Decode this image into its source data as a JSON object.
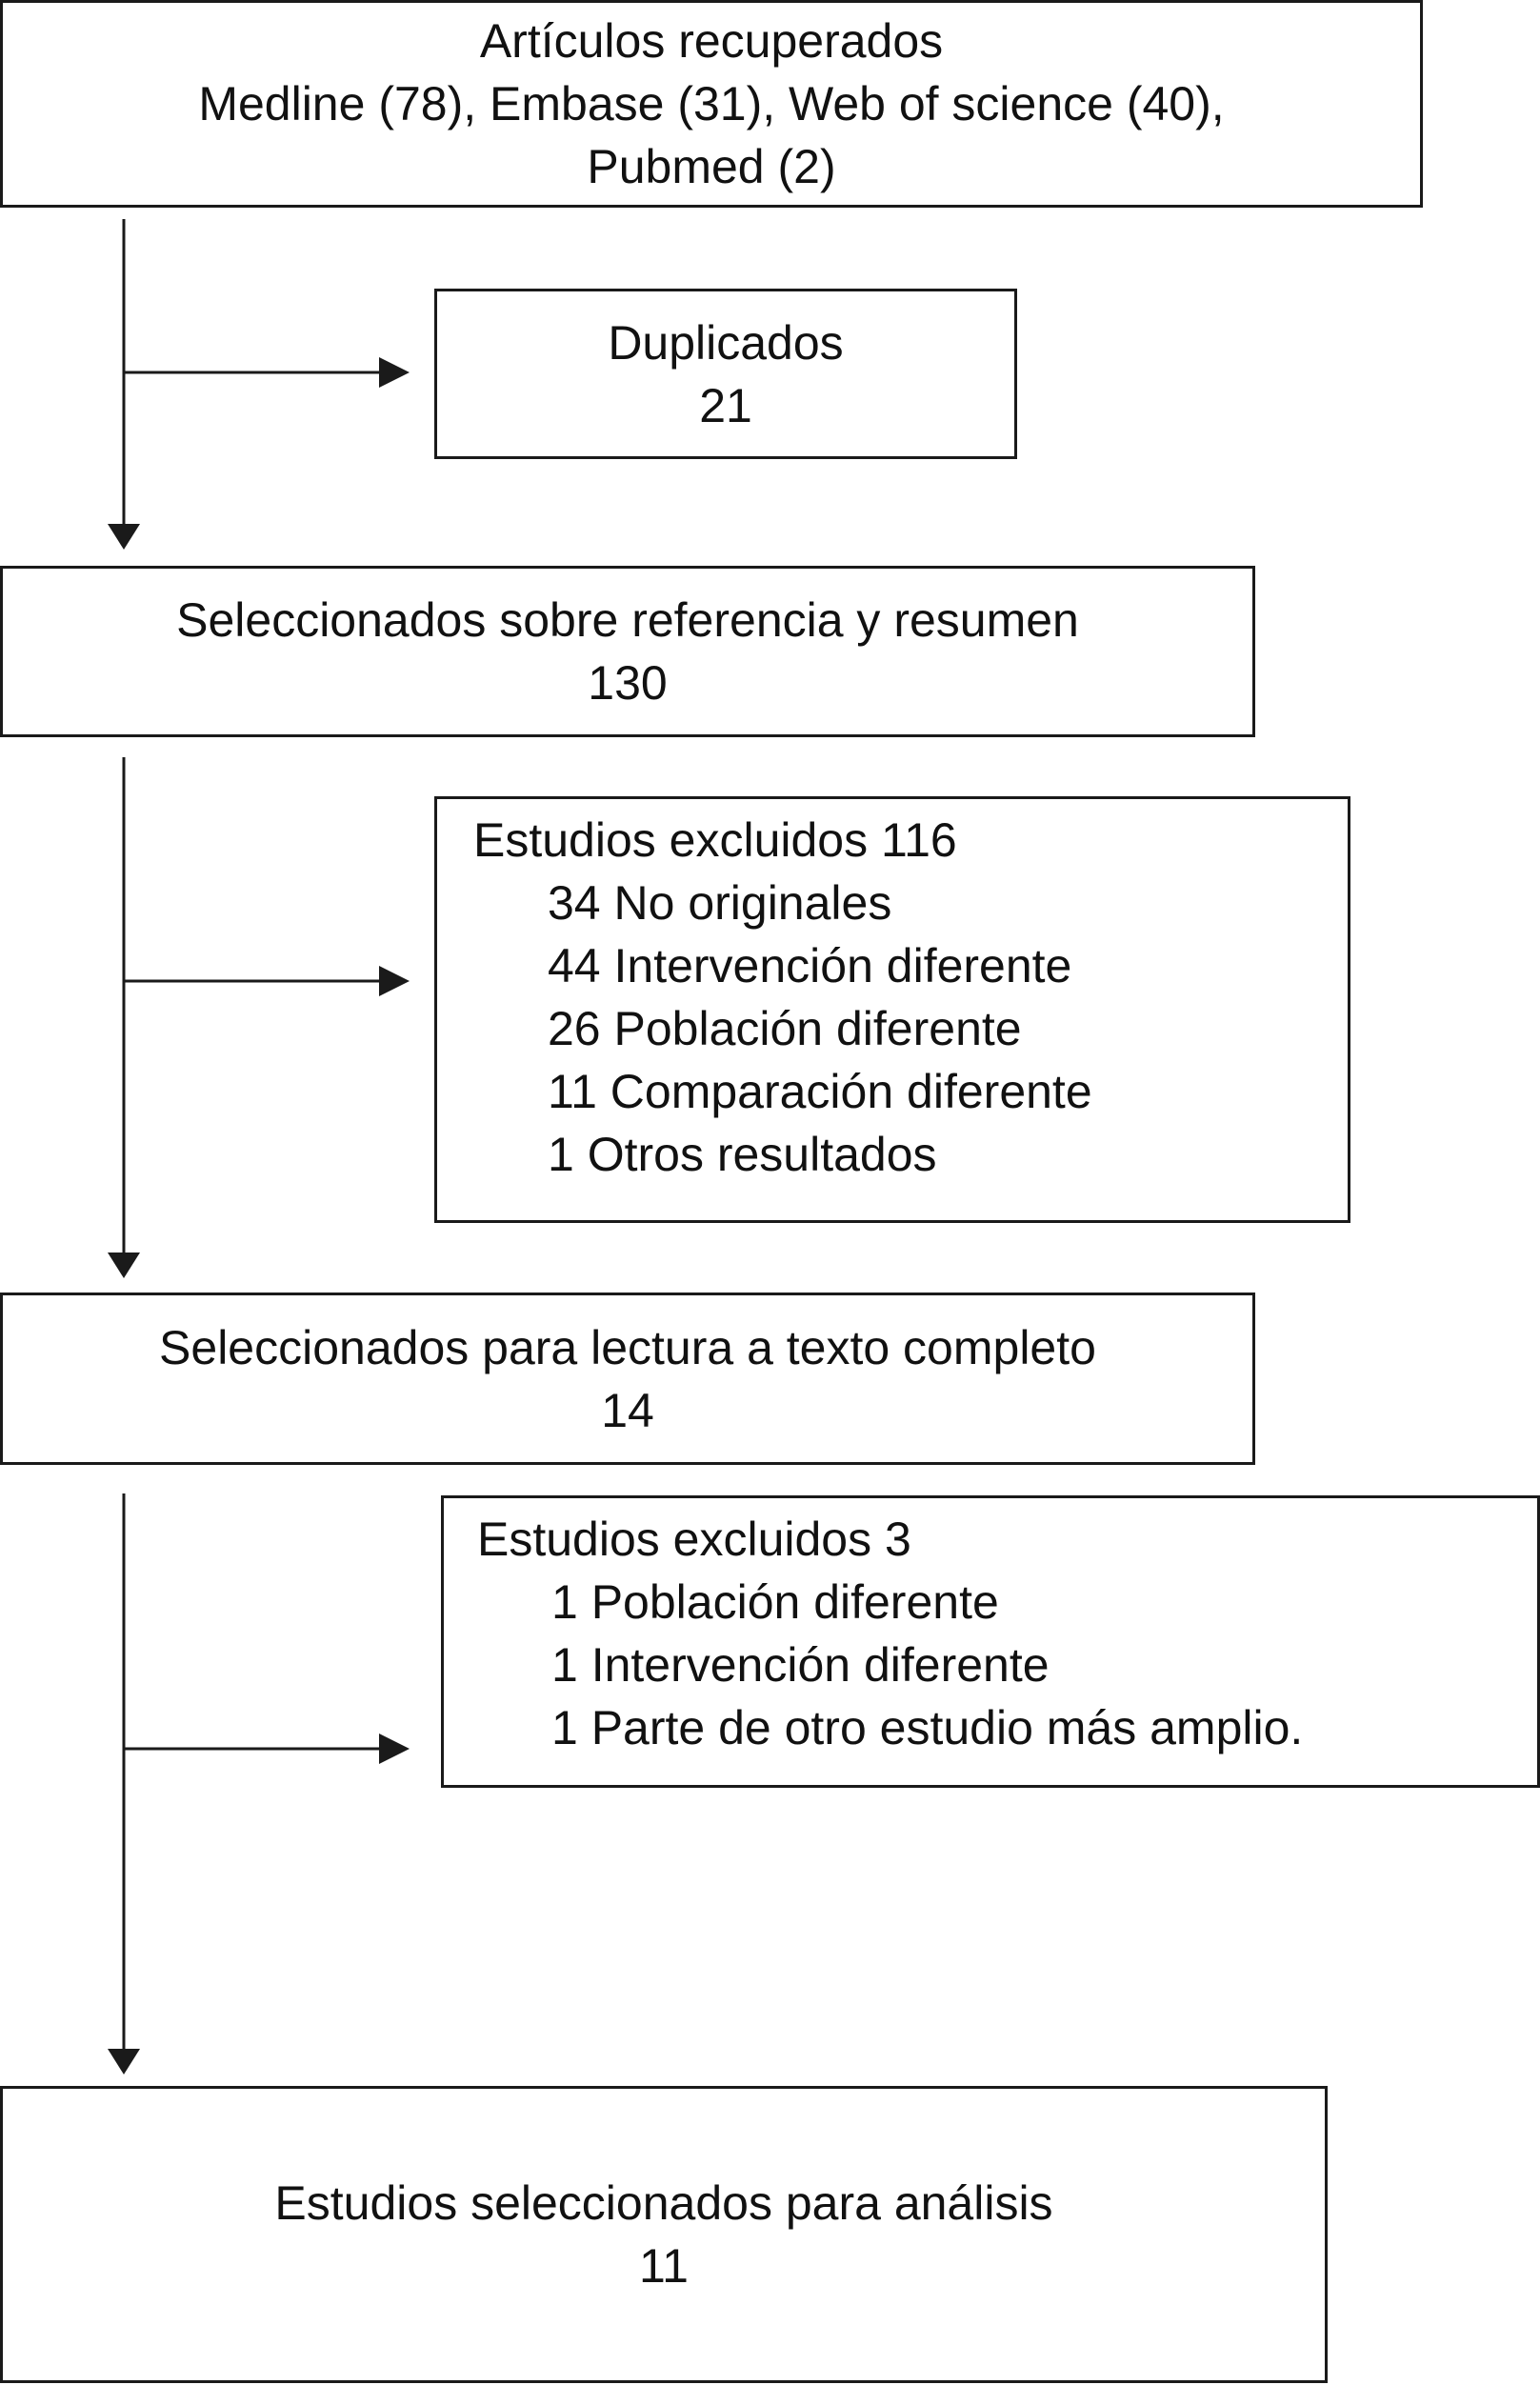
{
  "retrieved": {
    "title": "Artículos recuperados",
    "line2": "Medline (78), Embase (31), Web of science (40),",
    "line3": "Pubmed (2)"
  },
  "duplicates": {
    "title": "Duplicados",
    "count": "21"
  },
  "screened": {
    "title": "Seleccionados sobre referencia y resumen",
    "count": "130"
  },
  "excluded_screening": {
    "title": "Estudios excluidos 116",
    "items": [
      "34 No originales",
      "44 Intervención diferente",
      "26 Población diferente",
      "11 Comparación diferente",
      "1 Otros resultados"
    ]
  },
  "fulltext": {
    "title": "Seleccionados para lectura a texto completo",
    "count": "14"
  },
  "excluded_fulltext": {
    "title": "Estudios excluidos 3",
    "items": [
      "1 Población diferente",
      "1 Intervención diferente",
      "1 Parte de otro estudio más amplio."
    ]
  },
  "included": {
    "title": "Estudios seleccionados para análisis",
    "count": "11"
  },
  "colors": {
    "stroke": "#1a1a1a",
    "background": "#ffffff"
  }
}
